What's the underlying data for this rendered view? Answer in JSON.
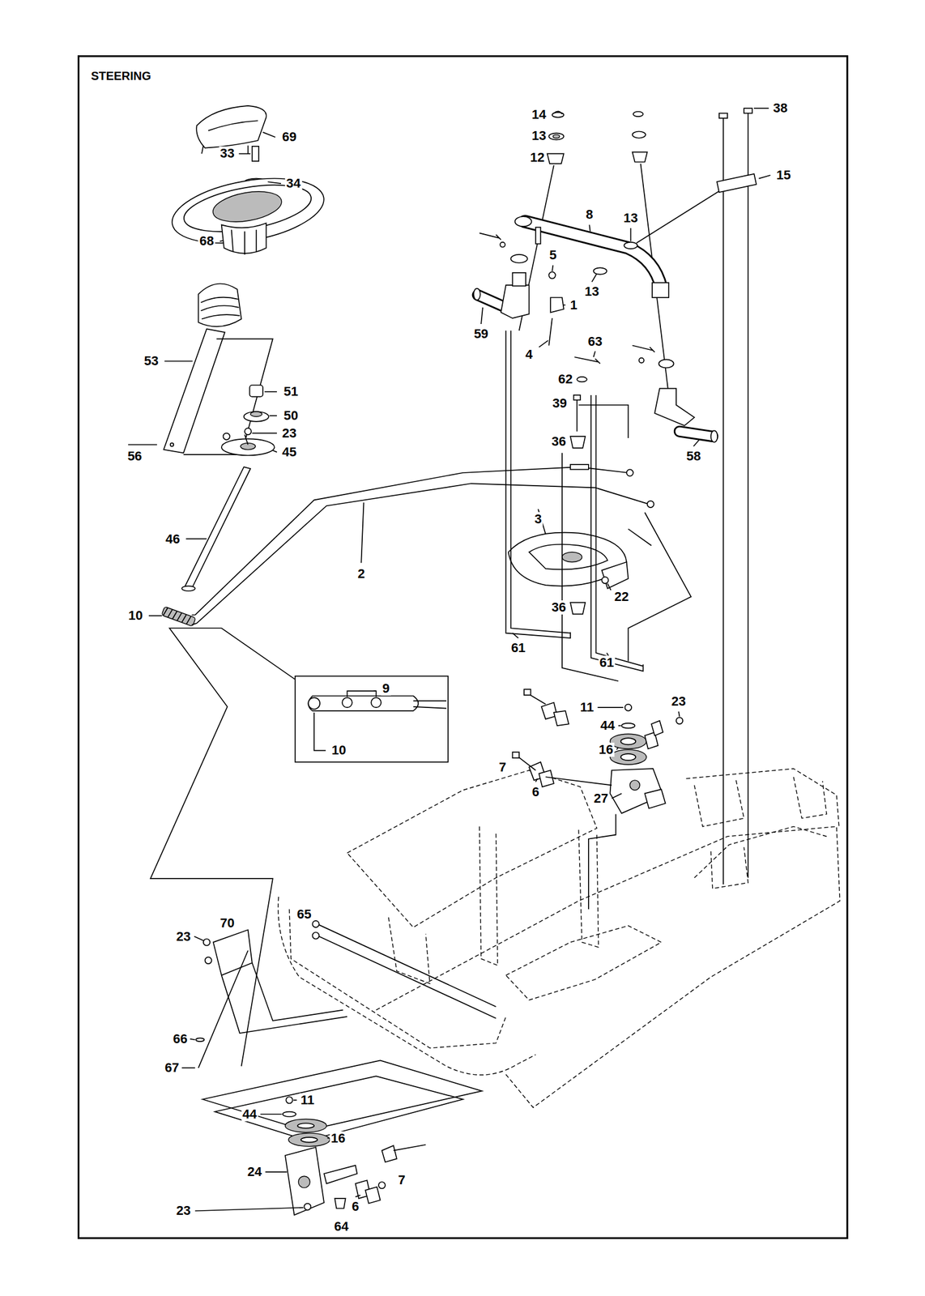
{
  "diagram": {
    "title": "STEERING",
    "labels": [
      "69",
      "33",
      "34",
      "68",
      "53",
      "51",
      "50",
      "23",
      "45",
      "56",
      "46",
      "10",
      "2",
      "9",
      "10",
      "14",
      "13",
      "12",
      "8",
      "13",
      "5",
      "13",
      "1",
      "59",
      "4",
      "38",
      "15",
      "63",
      "62",
      "39",
      "36",
      "58",
      "3",
      "22",
      "36",
      "61",
      "61",
      "11",
      "23",
      "44",
      "16",
      "7",
      "6",
      "27",
      "65",
      "70",
      "23",
      "66",
      "67",
      "11",
      "44",
      "16",
      "24",
      "7",
      "6",
      "23",
      "64"
    ]
  }
}
